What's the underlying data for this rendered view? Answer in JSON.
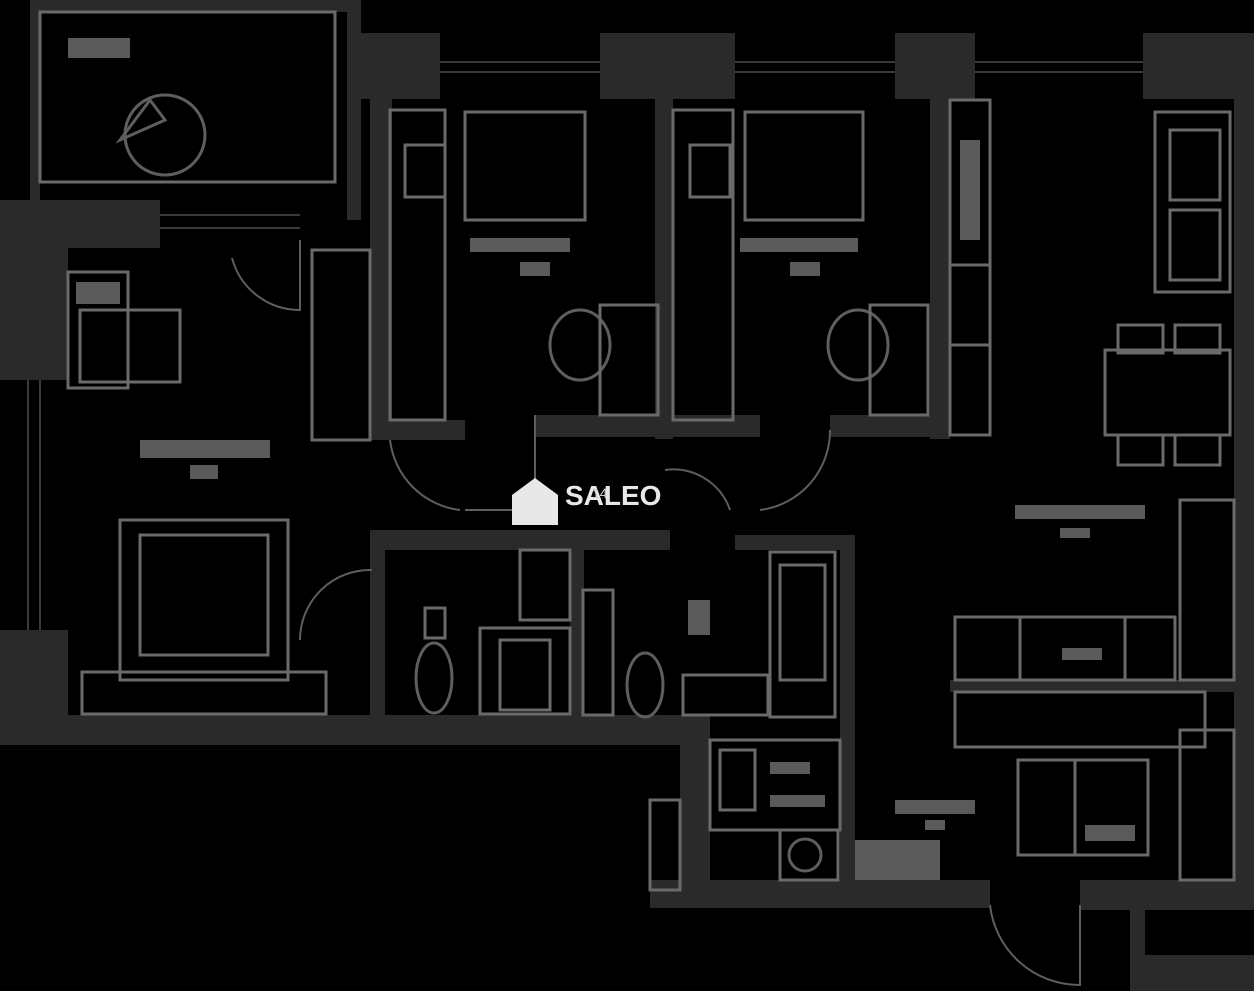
{
  "plan": {
    "type": "apartment-floor-plan",
    "background": "#000000",
    "wall_color": "#2a2a2a",
    "line_color": "#5e5e5e"
  },
  "watermark": {
    "text": "SALEO",
    "subtext": "14"
  }
}
